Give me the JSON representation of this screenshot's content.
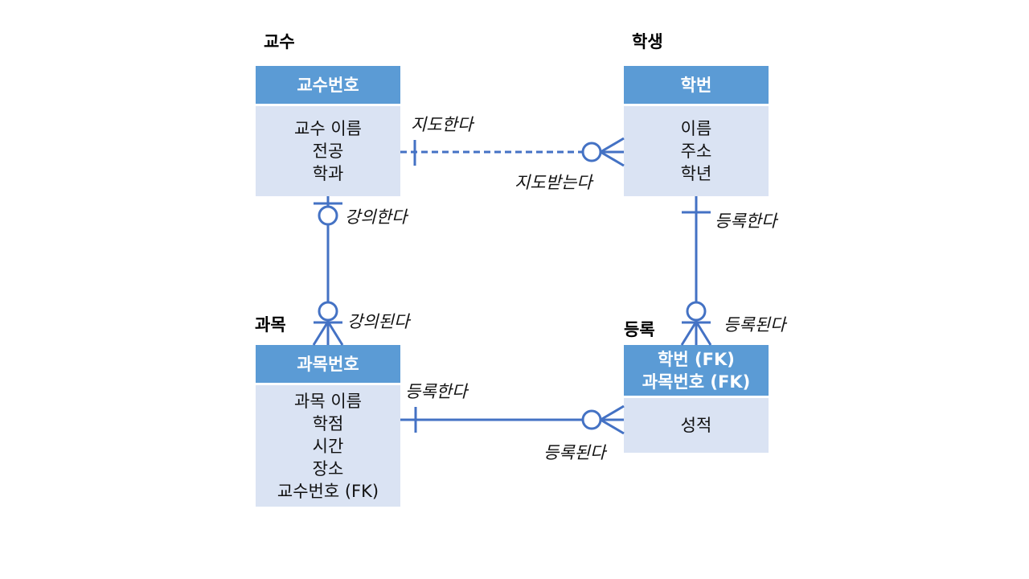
{
  "entities": {
    "professor": {
      "title": "교수",
      "key": "교수번호",
      "attrs": [
        "교수 이름",
        "전공",
        "학과"
      ]
    },
    "student": {
      "title": "학생",
      "key": "학번",
      "attrs": [
        "이름",
        "주소",
        "학년"
      ]
    },
    "course": {
      "title": "과목",
      "key": "과목번호",
      "attrs": [
        "과목 이름",
        "학점",
        "시간",
        "장소",
        "교수번호 (FK)"
      ]
    },
    "enrollment": {
      "title": "등록",
      "keys": [
        "학번 (FK)",
        "과목번호 (FK)"
      ],
      "attrs": [
        "성적"
      ]
    }
  },
  "relationships": {
    "advise": {
      "forward": "지도한다",
      "reverse": "지도받는다"
    },
    "teach": {
      "forward": "강의한다",
      "reverse": "강의된다"
    },
    "student_enroll": {
      "forward": "등록한다",
      "reverse": "등록된다"
    },
    "course_enroll": {
      "forward": "등록한다",
      "reverse": "등록된다"
    }
  },
  "colors": {
    "header": "#5b9bd5",
    "body": "#dae3f3",
    "line": "#4472c4"
  }
}
